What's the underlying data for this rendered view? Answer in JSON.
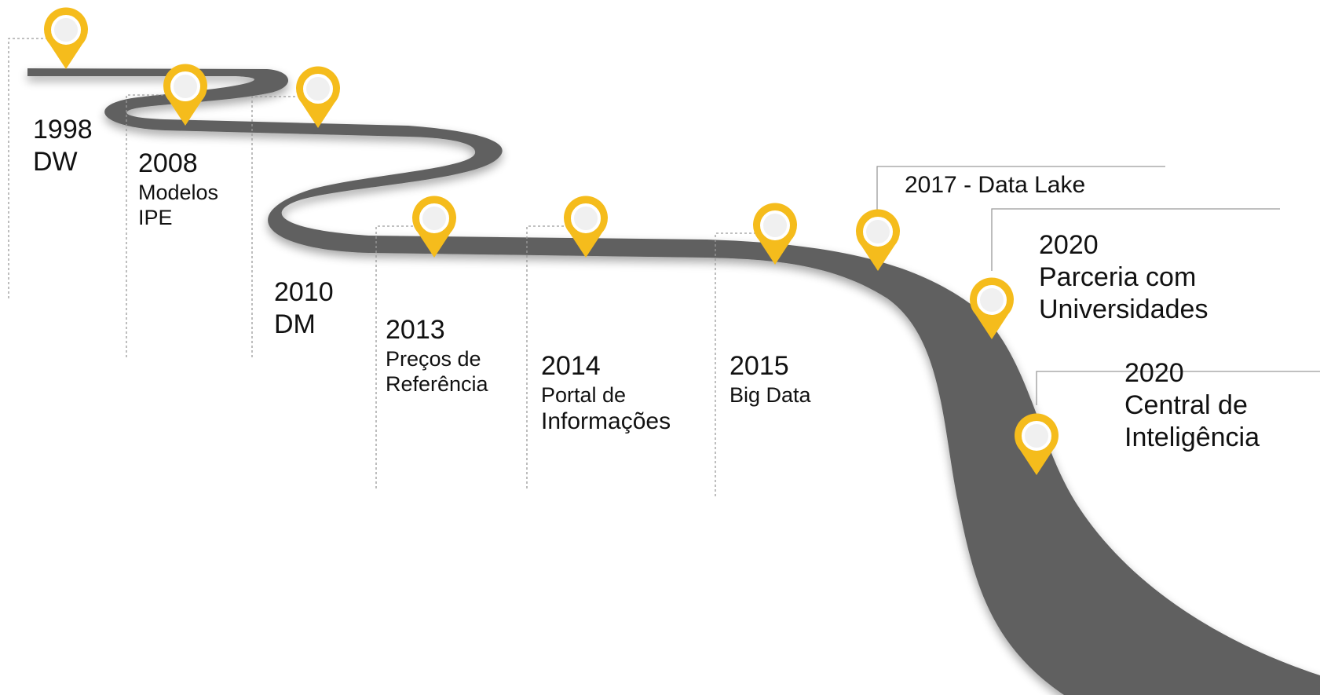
{
  "accent_color": "#F5BC1C",
  "road_color": "#606060",
  "milestones": [
    {
      "year": "1998",
      "lines": [
        "DW"
      ]
    },
    {
      "year": "2008",
      "lines": [
        "Modelos",
        "IPE"
      ]
    },
    {
      "year": "2010",
      "lines": [
        "DM"
      ]
    },
    {
      "year": "2013",
      "lines": [
        "Preços de",
        "Referência"
      ]
    },
    {
      "year": "2014",
      "lines": [
        "Portal de",
        "Informações"
      ]
    },
    {
      "year": "2015",
      "lines": [
        "Big Data"
      ]
    },
    {
      "year": "2017",
      "text": "2017 - Data Lake"
    },
    {
      "year": "2020",
      "lines": [
        "Parceria com",
        "Universidades"
      ]
    },
    {
      "year": "2020",
      "lines": [
        "Central de",
        "Inteligência"
      ]
    }
  ]
}
